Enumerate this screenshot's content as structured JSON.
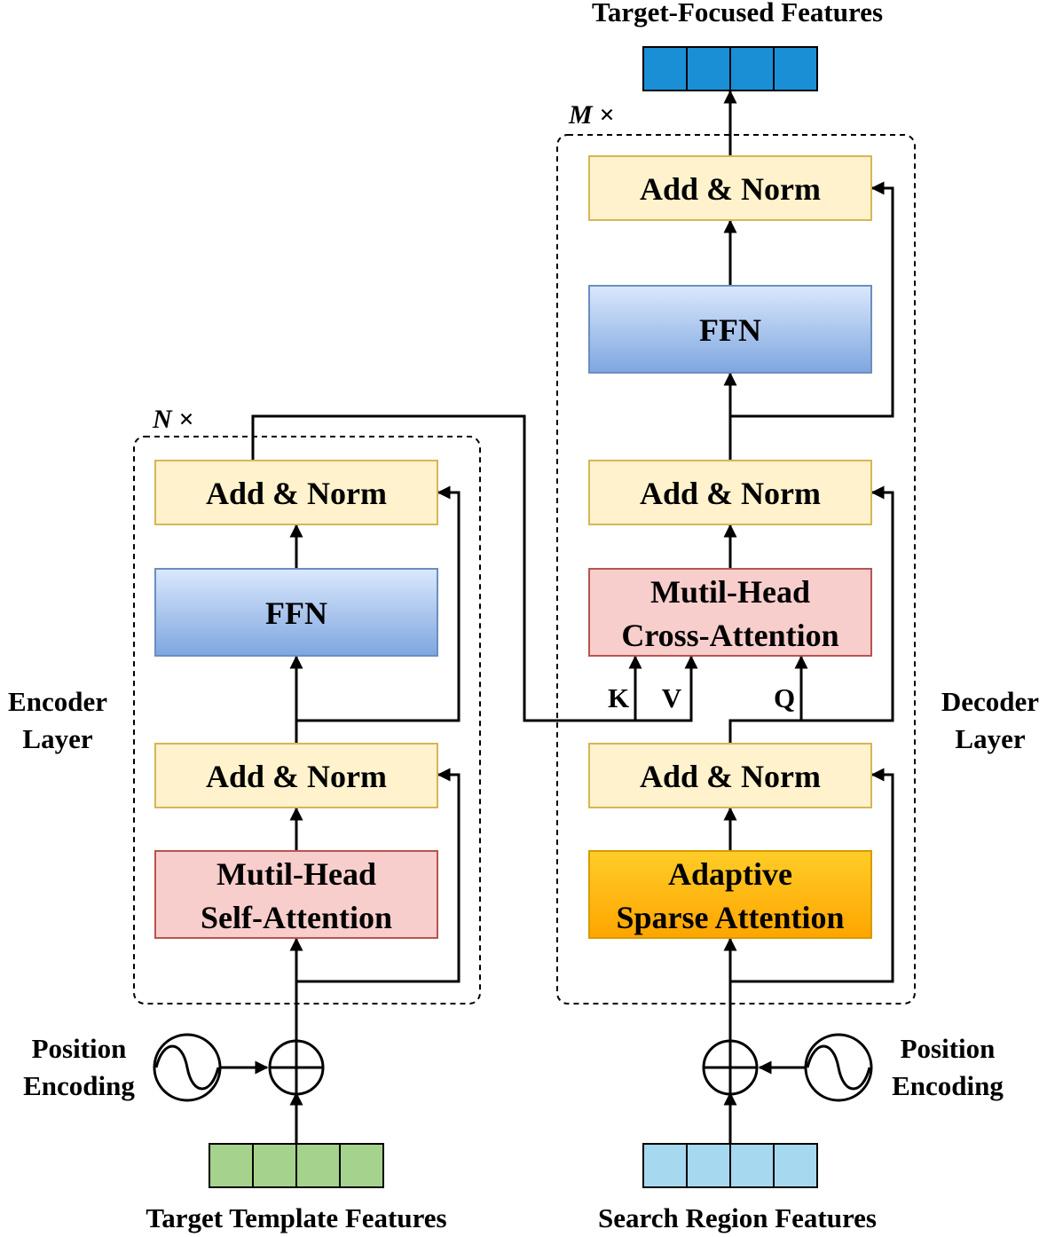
{
  "output": {
    "title": "Target-Focused Features"
  },
  "encoder": {
    "repeat": "N ×",
    "side_label": [
      "Encoder",
      "Layer"
    ],
    "blocks": {
      "add_norm_top": "Add & Norm",
      "ffn": "FFN",
      "add_norm_bottom": "Add & Norm",
      "self_attention": [
        "Mutil-Head",
        "Self-Attention"
      ]
    },
    "position_encoding": [
      "Position",
      "Encoding"
    ],
    "input": "Target Template Features"
  },
  "decoder": {
    "repeat": "M ×",
    "side_label": [
      "Decoder",
      "Layer"
    ],
    "blocks": {
      "add_norm_top": "Add & Norm",
      "ffn": "FFN",
      "add_norm_mid": "Add & Norm",
      "cross_attention": [
        "Mutil-Head",
        "Cross-Attention"
      ],
      "add_norm_bottom": "Add & Norm",
      "adaptive_attention": [
        "Adaptive",
        "Sparse Attention"
      ]
    },
    "cross_inputs": {
      "k": "K",
      "v": "V",
      "q": "Q"
    },
    "position_encoding": [
      "Position",
      "Encoding"
    ],
    "input": "Search Region Features"
  },
  "colors": {
    "add_norm_fill": "#fff2cc",
    "ffn_fill": "#7ea6e0",
    "attention_fill": "#f8cecc",
    "adaptive_fill": "#ffc000",
    "template_cells": "#a5d28c",
    "search_cells": "#a6d8f0",
    "output_cells": "#1a8fd6"
  }
}
